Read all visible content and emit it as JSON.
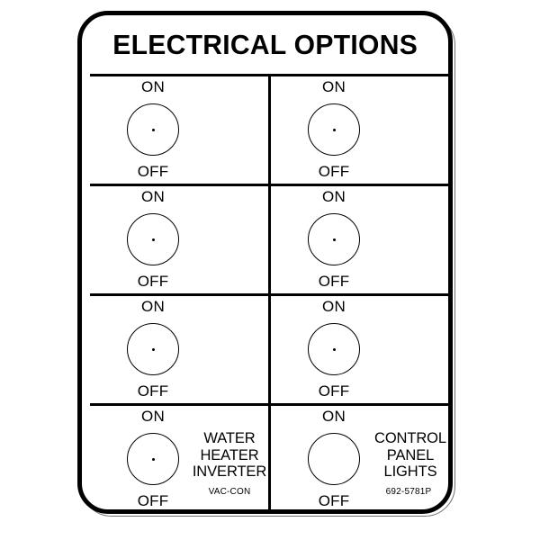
{
  "plate": {
    "title": "ELECTRICAL OPTIONS",
    "brand": "VAC-CON",
    "part_number": "692-5781P",
    "colors": {
      "ink": "#000000",
      "background": "#ffffff",
      "outline": "#6f6f6f"
    }
  },
  "switch_labels": {
    "on": "ON",
    "off": "OFF"
  },
  "cells": [
    {
      "position": "row1-left",
      "on": "ON",
      "off": "OFF",
      "knob_icon": "rotary-knob-icon",
      "has_center_dot": true,
      "circuit_label": []
    },
    {
      "position": "row1-right",
      "on": "ON",
      "off": "OFF",
      "knob_icon": "rotary-knob-icon",
      "has_center_dot": true,
      "circuit_label": []
    },
    {
      "position": "row2-left",
      "on": "ON",
      "off": "OFF",
      "knob_icon": "rotary-knob-icon",
      "has_center_dot": true,
      "circuit_label": []
    },
    {
      "position": "row2-right",
      "on": "ON",
      "off": "OFF",
      "knob_icon": "rotary-knob-icon",
      "has_center_dot": true,
      "circuit_label": []
    },
    {
      "position": "row3-left",
      "on": "ON",
      "off": "OFF",
      "knob_icon": "rotary-knob-icon",
      "has_center_dot": true,
      "circuit_label": []
    },
    {
      "position": "row3-right",
      "on": "ON",
      "off": "OFF",
      "knob_icon": "rotary-knob-icon",
      "has_center_dot": true,
      "circuit_label": []
    },
    {
      "position": "row4-left",
      "on": "ON",
      "off": "OFF",
      "knob_icon": "rotary-knob-icon",
      "has_center_dot": true,
      "circuit_label": [
        "WATER",
        "HEATER",
        "INVERTER"
      ],
      "footnote": "VAC-CON"
    },
    {
      "position": "row4-right",
      "on": "ON",
      "off": "OFF",
      "knob_icon": "rotary-knob-icon",
      "has_center_dot": false,
      "circuit_label": [
        "CONTROL",
        "PANEL",
        "LIGHTS"
      ],
      "footnote": "692-5781P"
    }
  ]
}
